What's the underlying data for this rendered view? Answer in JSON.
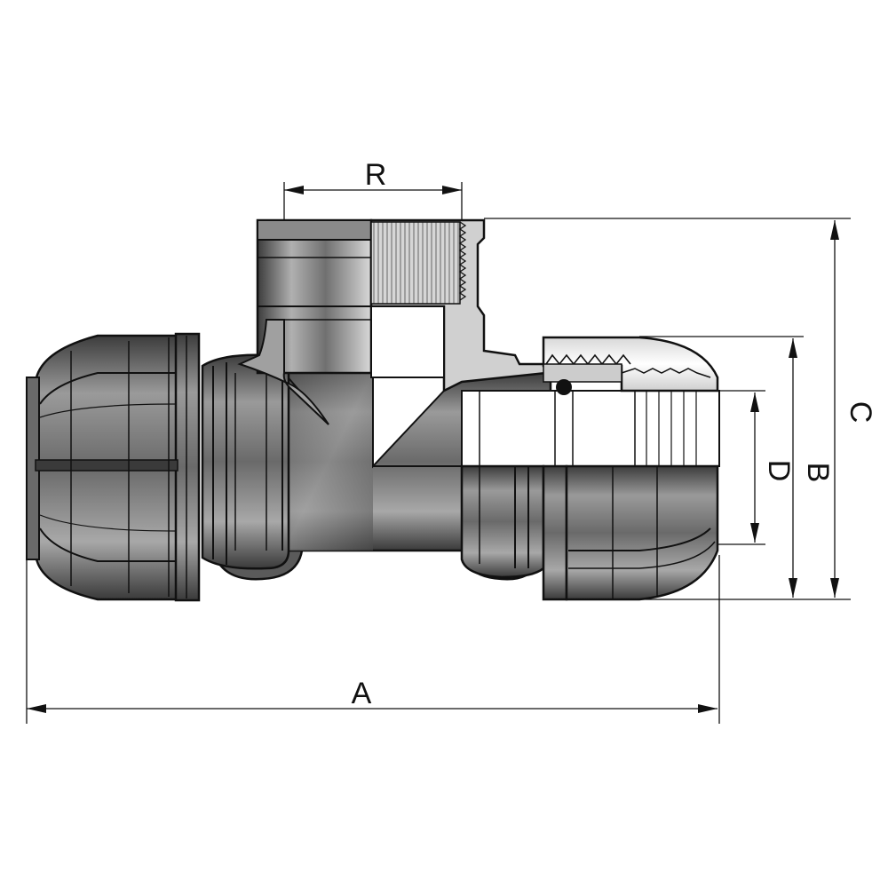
{
  "dimensions": {
    "R": "R",
    "A": "A",
    "B": "B",
    "C": "C",
    "D": "D"
  },
  "colors": {
    "outline": "#111111",
    "body_dark": "#4a4a4a",
    "body_mid": "#8a8a8a",
    "body_light": "#d4d4d4",
    "section": "#c8c8c8",
    "background": "#ffffff"
  }
}
